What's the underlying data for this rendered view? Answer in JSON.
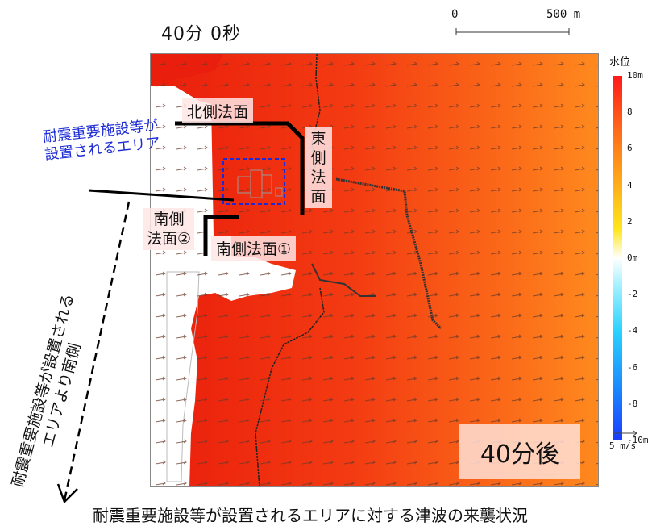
{
  "time_label": "40分 0秒",
  "scale_bar": {
    "start_label": "0",
    "end_label": "500 m"
  },
  "legend": {
    "title": "水位",
    "ticks": [
      "10m",
      "8",
      "6",
      "4",
      "2",
      "0m",
      "-2",
      "-4",
      "-6",
      "-8",
      "-10m"
    ],
    "color_top": "#ff1a1a",
    "color_mid": "#ffffff",
    "color_bottom": "#1a3cff"
  },
  "vector_legend": {
    "label": "5 m/s"
  },
  "annotations": {
    "north_slope": "北側法面",
    "east_slope": "東側法面",
    "south_slope_1": "南側法面①",
    "south_slope_2_line1": "南側",
    "south_slope_2_line2": "法面②",
    "facility_area_line1": "耐震重要施設等が",
    "facility_area_line2": "設置されるエリア",
    "south_of_area_line1": "耐震重要施設等が設置される",
    "south_of_area_line2": "エリアより南側"
  },
  "elapsed_box": "40分後",
  "caption": "耐震重要施設等が設置されるエリアに対する津波の来襲状況",
  "colors": {
    "tsunami_red": "#ee2a10",
    "tsunami_orange": "#ff7a1a",
    "facility_blue": "#1c2bd6"
  }
}
